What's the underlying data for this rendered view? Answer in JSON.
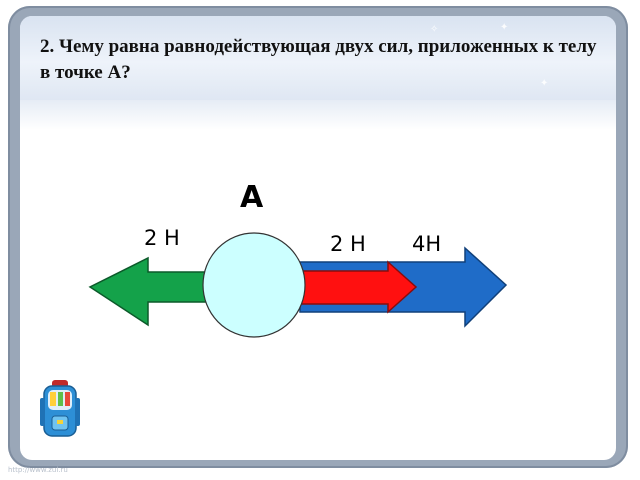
{
  "slide": {
    "title": "2. Чему равна равнодействующая двух сил, приложенных к телу в точке А?"
  },
  "diagram": {
    "point_label": "А",
    "force_left_label": "2 Н",
    "force_right_small_label": "2 Н",
    "force_right_large_label": "4Н",
    "colors": {
      "left_arrow": "#14a24a",
      "right_small_arrow": "#ff1010",
      "right_large_arrow": "#1f6cc8",
      "body": "#ccffff"
    }
  },
  "icons": {
    "decoration": "backpack-icon"
  },
  "watermark": "http://www.zul.ru"
}
